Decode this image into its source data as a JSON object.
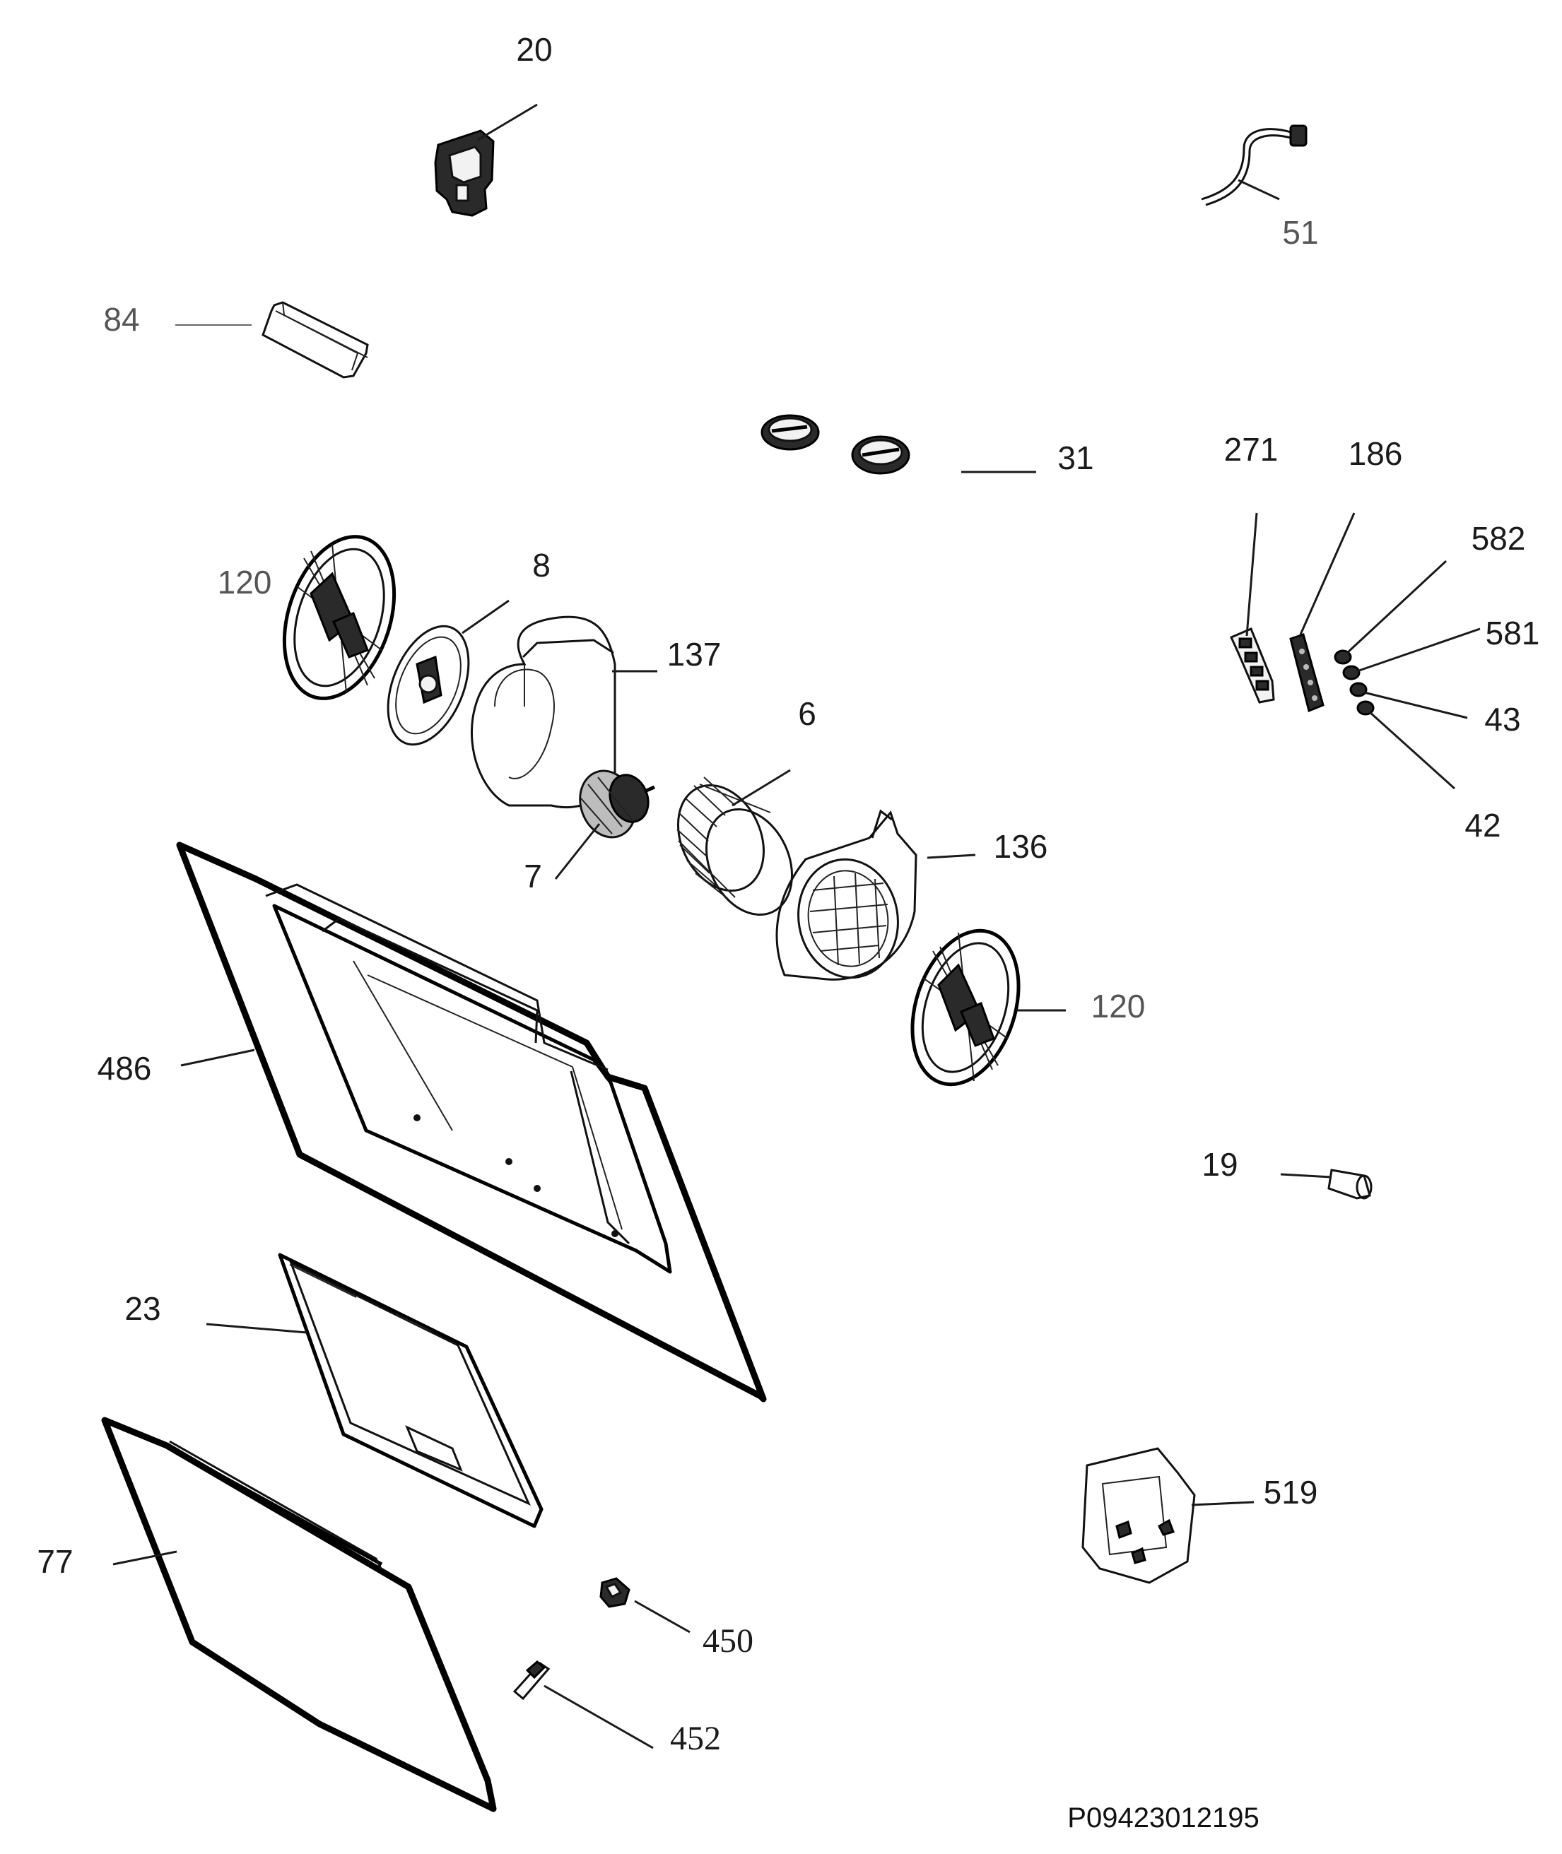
{
  "diagram": {
    "labels": {
      "p20": "20",
      "p51": "51",
      "p84": "84",
      "p31": "31",
      "p271": "271",
      "p186": "186",
      "p582": "582",
      "p581": "581",
      "p43": "43",
      "p42": "42",
      "p120a": "120",
      "p8": "8",
      "p137": "137",
      "p6": "6",
      "p7": "7",
      "p136": "136",
      "p120b": "120",
      "p486": "486",
      "p19": "19",
      "p23": "23",
      "p519": "519",
      "p77": "77",
      "p450": "450",
      "p452": "452"
    },
    "document_number": "P09423012195"
  }
}
